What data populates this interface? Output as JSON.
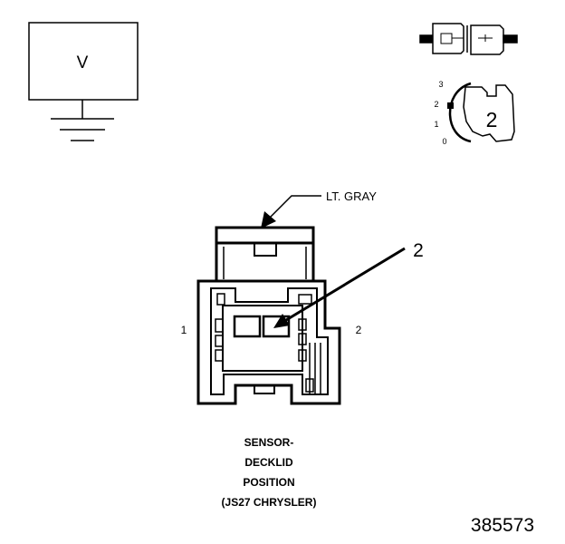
{
  "meter": {
    "symbol": "V"
  },
  "connector_icon": {
    "scale_labels": [
      "3",
      "2",
      "1",
      "0"
    ],
    "pin_number": "2"
  },
  "connector": {
    "color_label": "LT. GRAY",
    "pin_callout": "2",
    "side_left": "1",
    "side_right": "2"
  },
  "caption": {
    "lines": [
      "SENSOR-",
      "DECKLID",
      "POSITION",
      "(JS27 CHRYSLER)"
    ]
  },
  "figure_number": "385573",
  "colors": {
    "ink": "#000000",
    "paper": "#ffffff"
  }
}
